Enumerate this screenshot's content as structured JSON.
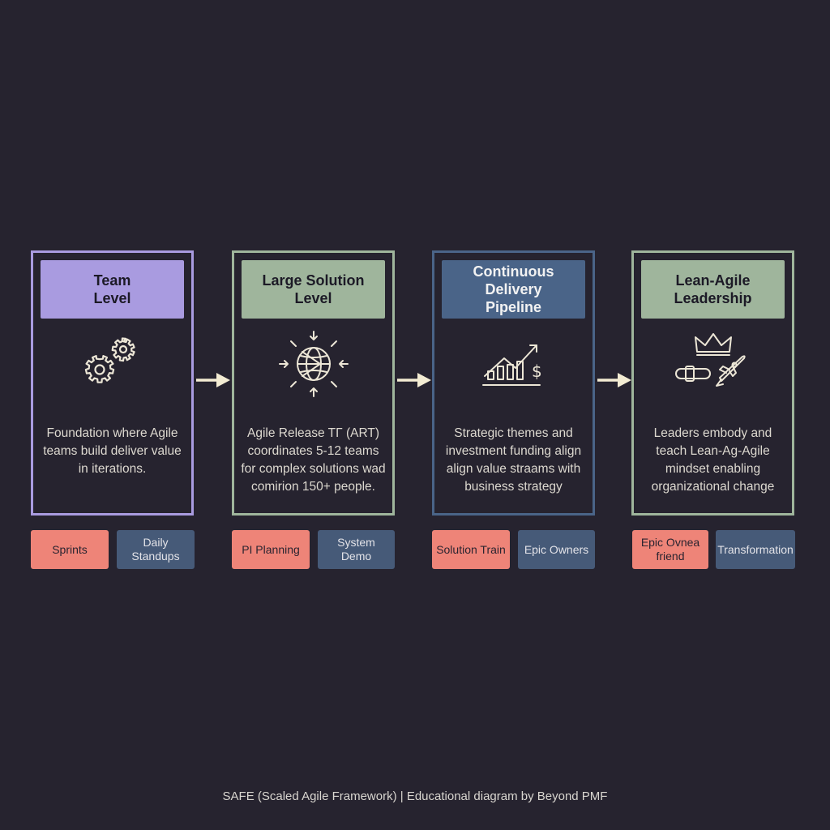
{
  "colors": {
    "background": "#26232f",
    "purple": "#a99be0",
    "sage": "#9fb59c",
    "blue": "#4a6488",
    "coral": "#ee8478",
    "slate": "#465a78",
    "arrow": "#f3ecd3"
  },
  "cards": [
    {
      "title": "Team\nLevel",
      "icon": "gears-icon",
      "description": "Foundation where Agile teams build deliver value in iterations.",
      "tags": [
        "Sprints",
        "Daily Standups"
      ]
    },
    {
      "title": "Large Solution\nLevel",
      "icon": "globe-arrows-icon",
      "description": "Agile Release TΓ (ART) coordinates 5-12 teams for complex solutions wad comirion 150+ people.",
      "tags": [
        "PI Planning",
        "System Demo"
      ]
    },
    {
      "title": "Continuous Delivery\nPipeline",
      "icon": "growth-chart-dollar-icon",
      "description": "Strategic themes and investment funding align align value straams with business strategy",
      "tags": [
        "Solution Train",
        "Epic Owners"
      ]
    },
    {
      "title": "Lean-Agile\nLeadership",
      "icon": "crown-rocket-icon",
      "description": "Leaders embody and teach Lean-Ag-Agile mindset enabling organizational change",
      "tags": [
        "Epic Ovnea\nfriend",
        "Transformation"
      ]
    }
  ],
  "footer": "SAFE (Scaled Agile Framework) | Educational diagram by Beyond PMF"
}
